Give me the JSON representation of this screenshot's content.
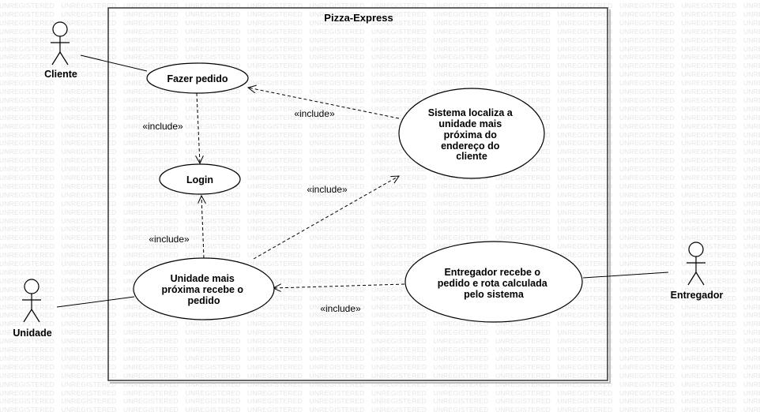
{
  "watermark": {
    "text": "UNREGISTERED"
  },
  "system": {
    "name": "Pizza-Express"
  },
  "actors": {
    "cliente": "Cliente",
    "unidade": "Unidade",
    "entregador": "Entregador"
  },
  "use_cases": {
    "fazer_pedido": [
      "Fazer pedido"
    ],
    "login": [
      "Login"
    ],
    "sistema_localiza": [
      "Sistema localiza a",
      "unidade mais",
      "próxima do",
      "endereço do",
      "cliente"
    ],
    "unidade_recebe": [
      "Unidade mais",
      "próxima recebe o",
      "pedido"
    ],
    "entregador_recebe": [
      "Entregador recebe o",
      "pedido e rota calculada",
      "pelo sistema"
    ]
  },
  "relations": {
    "include_fazer_login": "«include»",
    "include_localiza_fazer": "«include»",
    "include_unidade_localiza": "«include»",
    "include_unidade_login": "«include»",
    "include_entregador_unidade": "«include»"
  },
  "colors": {
    "line": "#000000",
    "box_border": "#333333",
    "watermark": "#e6e6e6"
  }
}
